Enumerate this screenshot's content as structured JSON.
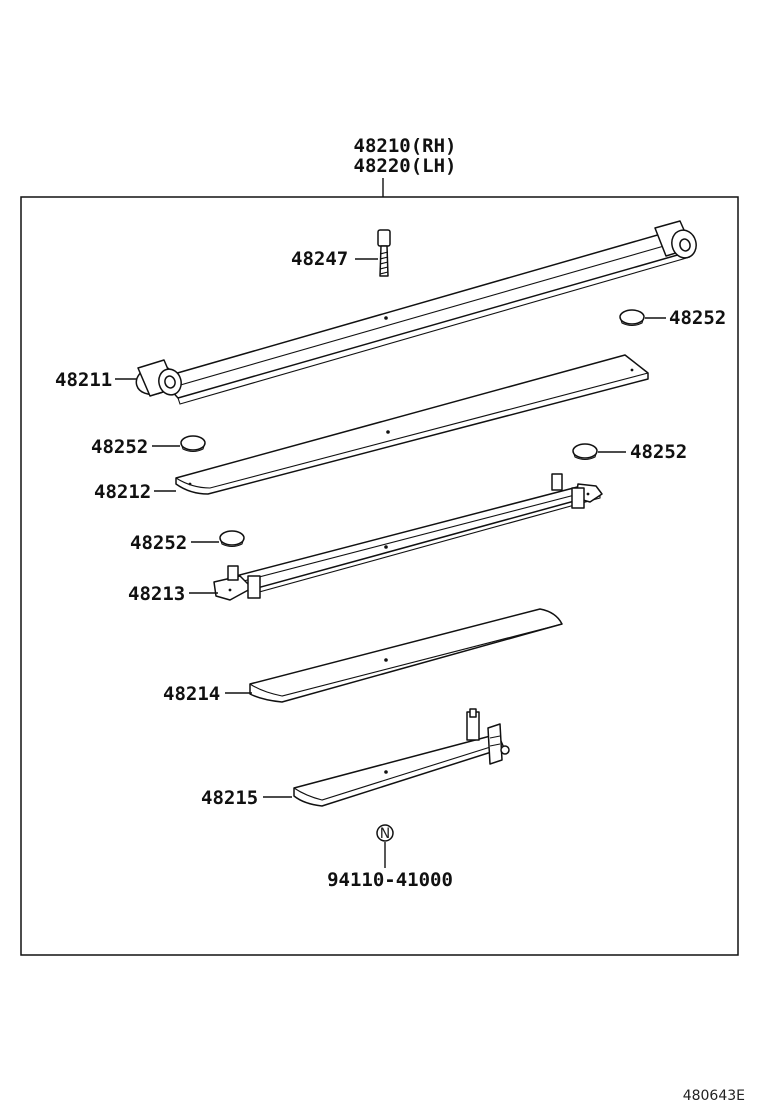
{
  "diagram": {
    "assembly_labels": [
      "48210(RH)",
      "48220(LH)"
    ],
    "parts": {
      "bolt": "48247",
      "main_leaf": "48211",
      "leaf_2": "48212",
      "leaf_3": "48213",
      "leaf_4": "48214",
      "leaf_5": "48215",
      "nut": "94110-41000",
      "liner": "48252"
    },
    "nut_symbol": "N",
    "figure_id": "480643E"
  }
}
